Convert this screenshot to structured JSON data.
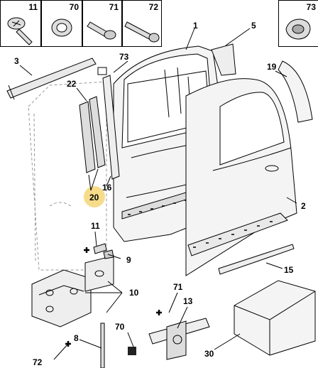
{
  "header_boxes": [
    {
      "number": "11",
      "icon": "screw-flanged-torx"
    },
    {
      "number": "70",
      "icon": "grommet-washer"
    },
    {
      "number": "71",
      "icon": "bolt-flanged"
    },
    {
      "number": "72",
      "icon": "bolt-long"
    },
    {
      "number": "73",
      "icon": "clip-plug"
    }
  ],
  "callouts": {
    "c1": "1",
    "c2": "2",
    "c3": "3",
    "c5": "5",
    "c8": "8",
    "c9": "9",
    "c10": "10",
    "c11": "11",
    "c13": "13",
    "c15": "15",
    "c16": "16",
    "c19": "19",
    "c20": "20",
    "c22": "22",
    "c30": "30",
    "c70": "70",
    "c71": "71",
    "c72": "72",
    "c73": "73"
  },
  "colors": {
    "highlight": "#f6dc8a",
    "line": "#000000",
    "fill_part": "#e9e9e9",
    "fill_dark": "#444444"
  }
}
